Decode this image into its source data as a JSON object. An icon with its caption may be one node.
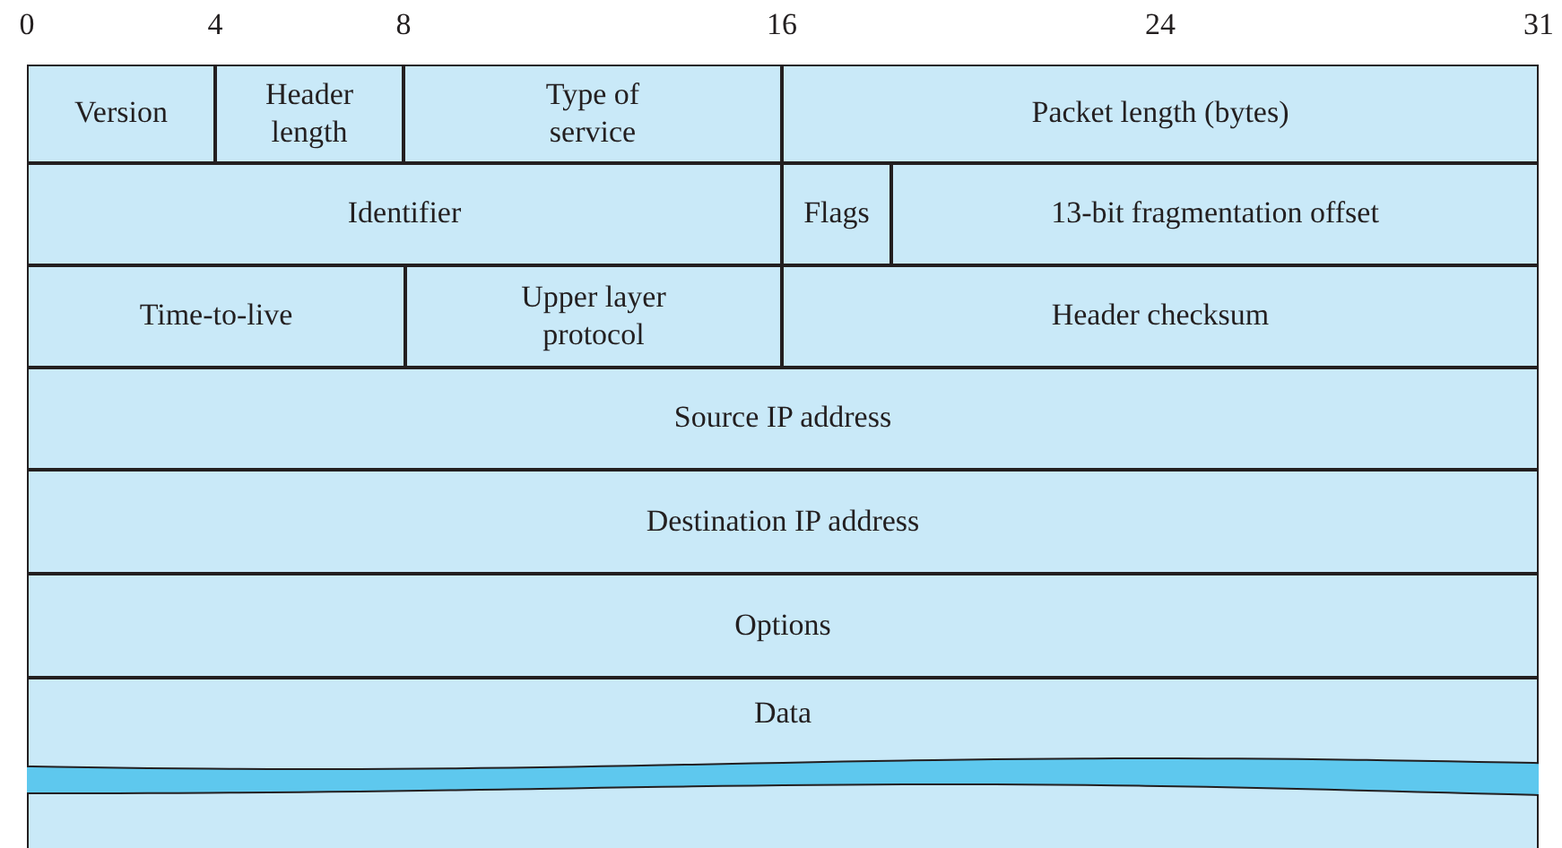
{
  "diagram": {
    "nodes": [
      {
        "text": [
          "Version"
        ]
      },
      {
        "text": [
          "Header length"
        ]
      },
      {
        "text": [
          "Type of service"
        ]
      },
      {
        "text": [
          "Packet length (bytes)"
        ]
      },
      {
        "text": [
          "Identifier"
        ]
      },
      {
        "text": [
          "Flags"
        ]
      },
      {
        "text": [
          "13-bit fragmentation offset"
        ]
      },
      {
        "text": [
          "Time-to-live"
        ]
      },
      {
        "text": [
          "Upper layer protocol"
        ]
      },
      {
        "text": [
          "Header checksum"
        ]
      },
      {
        "text": [
          "Source IP address"
        ]
      },
      {
        "text": [
          "Destination IP address"
        ]
      },
      {
        "text": [
          "Options"
        ]
      },
      {
        "text": [
          "Data"
        ]
      }
    ],
    "labels": [
      "0",
      "4",
      "8",
      "16",
      "24",
      "31"
    ]
  }
}
